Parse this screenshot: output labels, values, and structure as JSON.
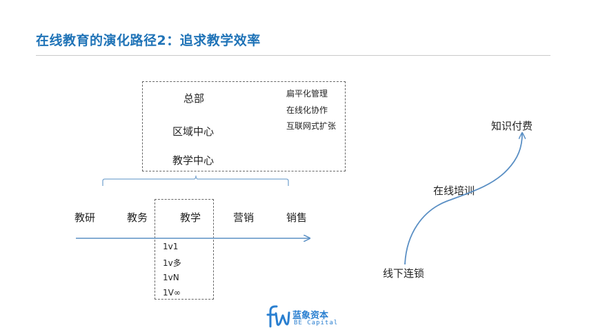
{
  "title": "在线教育的演化路径2：追求教学效率",
  "org": {
    "levels": [
      "总部",
      "区域中心",
      "教学中心"
    ],
    "features": [
      "扁平化管理",
      "在线化协作",
      "互联网式扩张"
    ]
  },
  "functions": [
    "教研",
    "教务",
    "教学",
    "营销",
    "销售"
  ],
  "teaching_modes": [
    "1v1",
    "1v多",
    "1vN",
    "1V∞"
  ],
  "evolution": {
    "stages": [
      "线下连锁",
      "在线培训",
      "知识付费"
    ]
  },
  "logo": {
    "name": "蓝象资本",
    "sub": "BE Capital"
  },
  "colors": {
    "title": "#1f73b7",
    "arrow": "#5a8fc4",
    "bracket": "#7aa6d1",
    "logo": "#2a7fd0"
  }
}
